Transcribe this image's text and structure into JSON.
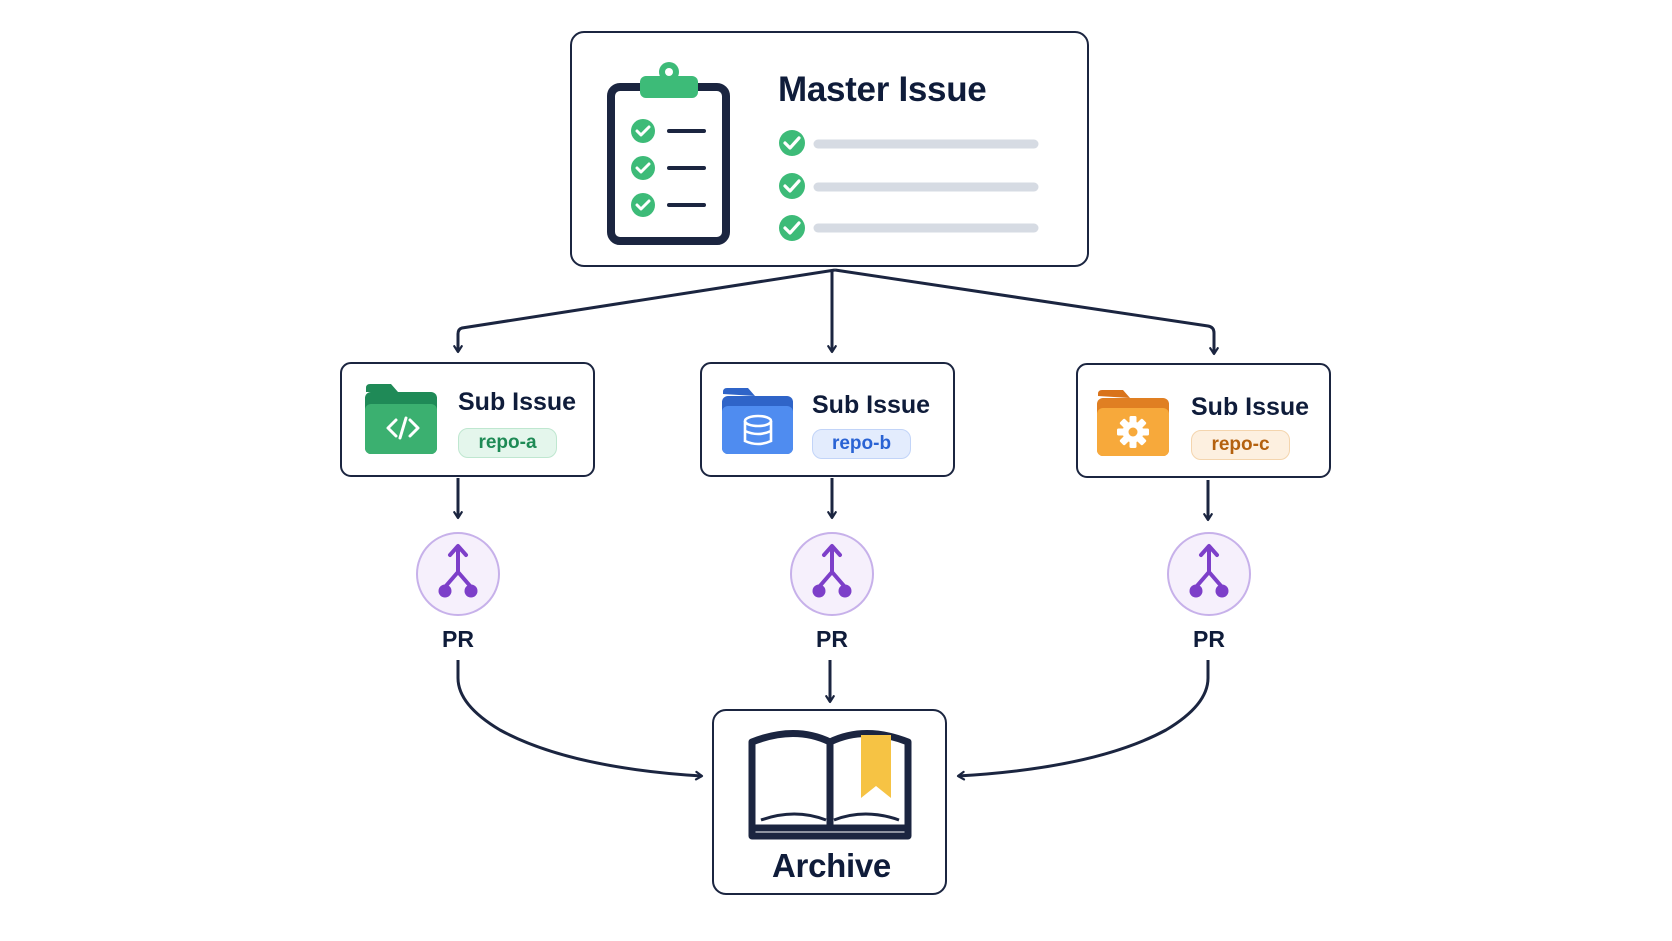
{
  "master": {
    "title": "Master Issue",
    "checklist_count": 3
  },
  "sub_issues": [
    {
      "title": "Sub Issue",
      "repo": "repo-a",
      "accent": "#2fa66a",
      "pill_bg": "#e4f6ec",
      "pill_text": "#1e8a55",
      "icon": "code-folder-icon"
    },
    {
      "title": "Sub Issue",
      "repo": "repo-b",
      "accent": "#3f7fe6",
      "pill_bg": "#e3ecfd",
      "pill_text": "#2a63d4",
      "icon": "database-folder-icon"
    },
    {
      "title": "Sub Issue",
      "repo": "repo-c",
      "accent": "#f29a2e",
      "pill_bg": "#fdf0e0",
      "pill_text": "#b4610f",
      "icon": "gear-folder-icon"
    }
  ],
  "pull_requests": [
    {
      "label": "PR",
      "icon": "merge-icon"
    },
    {
      "label": "PR",
      "icon": "merge-icon"
    },
    {
      "label": "PR",
      "icon": "merge-icon"
    }
  ],
  "archive": {
    "title": "Archive",
    "icon": "open-book-icon"
  },
  "colors": {
    "stroke": "#1b2540",
    "check_green": "#3dbb78",
    "merge_purple": "#7d3fc9",
    "bookmark_yellow": "#f6c344",
    "placeholder_line": "#d6dbe3"
  }
}
